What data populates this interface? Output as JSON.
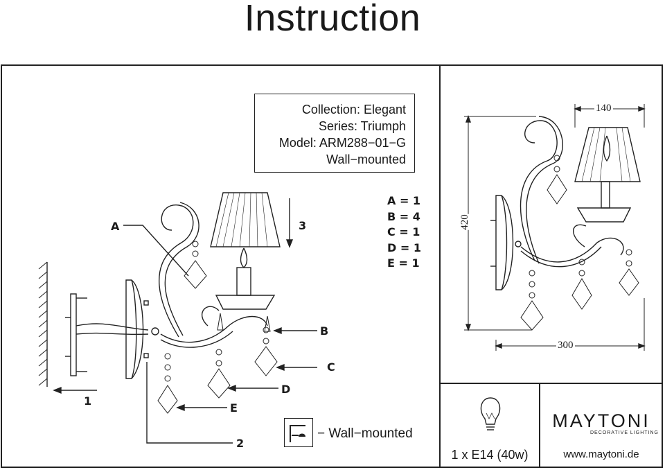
{
  "page_title": "Instruction",
  "product": {
    "collection": "Collection: Elegant",
    "series": "Series: Triumph",
    "model": "Model: ARM288−01−G",
    "mounting": "Wall−mounted"
  },
  "parts_legend": [
    "A = 1",
    "B = 4",
    "C = 1",
    "D = 1",
    "E = 1"
  ],
  "diagram_labels": {
    "A": "A",
    "B": "B",
    "C": "C",
    "D": "D",
    "E": "E",
    "step1": "1",
    "step2": "2",
    "step3": "3"
  },
  "dimensions": {
    "width": "300",
    "height": "420",
    "shade": "140"
  },
  "wall_mount_legend": "− Wall−mounted",
  "bulb": "1 x E14 (40w)",
  "brand": {
    "name": "MAYTONI",
    "tagline": "DECORATIVE LIGHTING",
    "url": "www.maytoni.de"
  }
}
